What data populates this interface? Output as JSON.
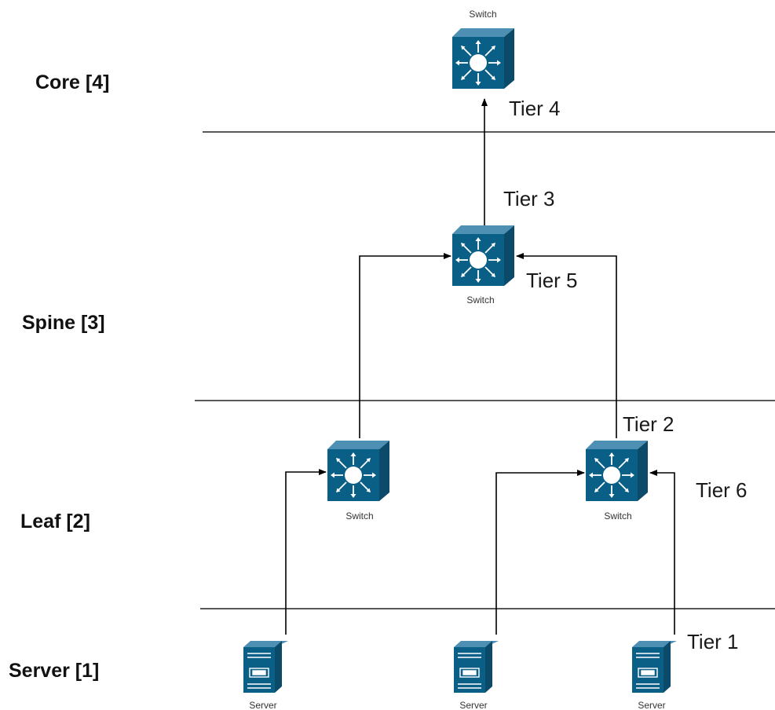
{
  "layers": [
    {
      "id": "core",
      "label": "Core [4]"
    },
    {
      "id": "spine",
      "label": "Spine [3]"
    },
    {
      "id": "leaf",
      "label": "Leaf [2]"
    },
    {
      "id": "server",
      "label": "Server [1]"
    }
  ],
  "tiers": {
    "tier1": "Tier 1",
    "tier2": "Tier 2",
    "tier3": "Tier 3",
    "tier4": "Tier 4",
    "tier5": "Tier 5",
    "tier6": "Tier 6"
  },
  "nodes": {
    "core_switch": {
      "type": "switch",
      "caption": "Switch"
    },
    "spine_switch": {
      "type": "switch",
      "caption": "Switch"
    },
    "leaf_switch_1": {
      "type": "switch",
      "caption": "Switch"
    },
    "leaf_switch_2": {
      "type": "switch",
      "caption": "Switch"
    },
    "server_1": {
      "type": "server",
      "caption": "Server"
    },
    "server_2": {
      "type": "server",
      "caption": "Server"
    },
    "server_3": {
      "type": "server",
      "caption": "Server"
    }
  },
  "edges": [
    {
      "from": "spine_switch",
      "to": "core_switch"
    },
    {
      "from": "leaf_switch_1",
      "to": "spine_switch"
    },
    {
      "from": "leaf_switch_2",
      "to": "spine_switch"
    },
    {
      "from": "server_1",
      "to": "leaf_switch_1"
    },
    {
      "from": "server_2",
      "to": "leaf_switch_2"
    },
    {
      "from": "server_3",
      "to": "leaf_switch_2"
    }
  ],
  "colors": {
    "device_front": "#0a5f86",
    "device_top": "#4d90b4",
    "device_side": "#0c4a69",
    "lines": "#000000"
  },
  "icons": {
    "switch": "network-switch-icon",
    "server": "server-tower-icon"
  }
}
